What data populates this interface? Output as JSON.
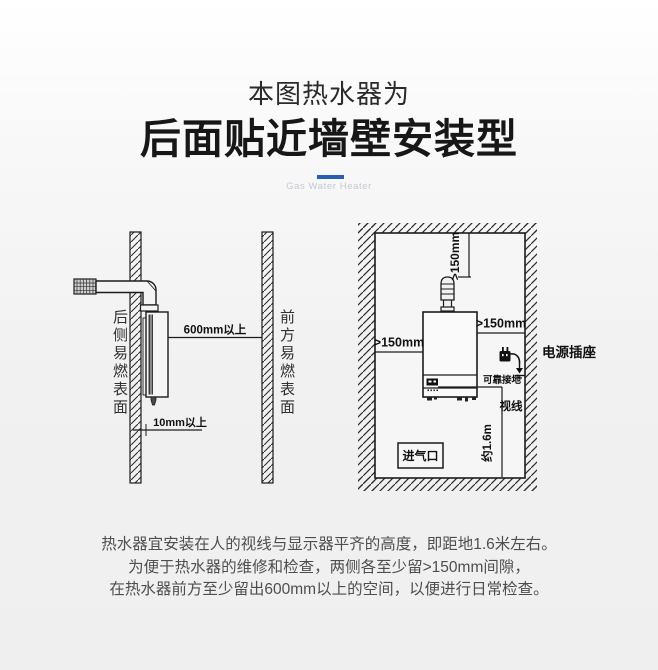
{
  "header": {
    "subtitle": "本图热水器为",
    "title": "后面贴近墙壁安装型",
    "tagline": "Gas Water Heater",
    "accent_color": "#2a5db4"
  },
  "left_diagram": {
    "rear_surface_label": "后侧易燃表面",
    "front_surface_label": "前方易燃表面",
    "clearance_front": "600mm以上",
    "clearance_rear": "10mm以上"
  },
  "right_diagram": {
    "clearance_top": ">150mm",
    "clearance_left": ">150mm",
    "clearance_right": ">150mm",
    "power_socket_label": "电源插座",
    "grounding_label": "可靠接地",
    "sight_line_label": "视线",
    "height_label": "约1.6m",
    "air_inlet_label": "进气口"
  },
  "footer": {
    "line1": "热水器宜安装在人的视线与显示器平齐的高度，即距地1.6米左右。",
    "line2": "为便于热水器的维修和检查，两侧各至少留>150mm间隙，",
    "line3": "在热水器前方至少留出600mm以上的空间，以便进行日常检查。"
  }
}
